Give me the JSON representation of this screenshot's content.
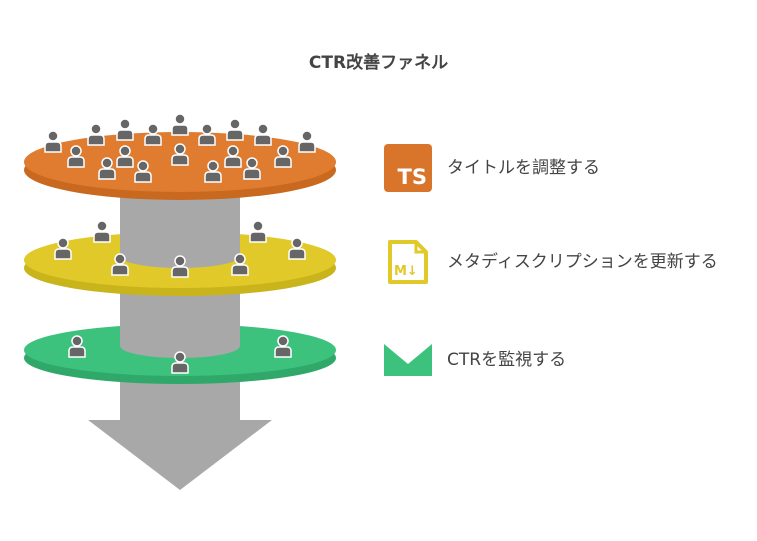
{
  "title": "CTR改善ファネル",
  "colors": {
    "orange": "#e07c30",
    "yellow": "#e0c928",
    "green": "#3cc27d",
    "gray": "#a8a8a8",
    "person": "#666666"
  },
  "steps": [
    {
      "label": "タイトルを調整する",
      "icon": "typescript-icon",
      "icon_text": "TS",
      "color": "#d9742b"
    },
    {
      "label": "メタディスクリプションを更新する",
      "icon": "markdown-icon",
      "icon_text": "M↓",
      "color": "#e0c928"
    },
    {
      "label": "CTRを監視する",
      "icon": "email-icon",
      "icon_text": "",
      "color": "#3cc27d"
    }
  ]
}
